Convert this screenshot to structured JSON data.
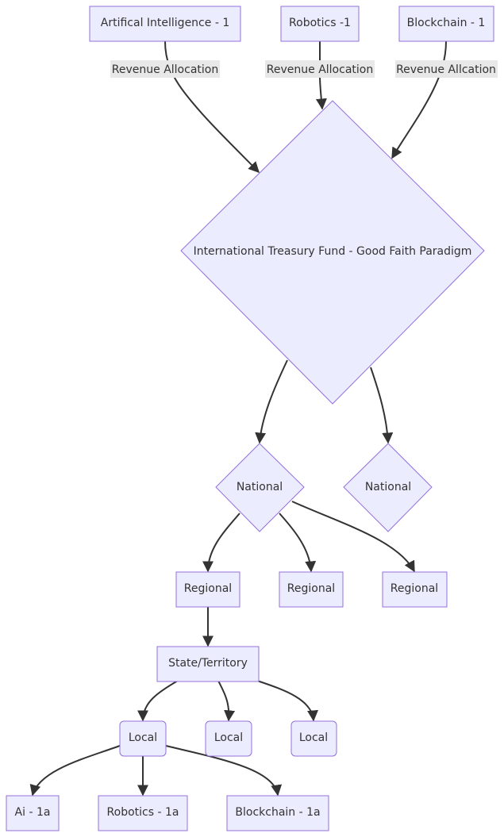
{
  "sources": {
    "ai": "Artifical Intelligence - 1",
    "robotics": "Robotics -1",
    "blockchain": "Blockchain - 1"
  },
  "edge_labels": {
    "ai": "Revenue Allocation",
    "robotics": "Revenue Allocation",
    "blockchain": "Revenue Allcation"
  },
  "fund": "International Treasury Fund - Good Faith Paradigm",
  "national": [
    "National",
    "National"
  ],
  "regional": [
    "Regional",
    "Regional",
    "Regional"
  ],
  "state": "State/Territory",
  "local": [
    "Local",
    "Local",
    "Local"
  ],
  "leaves": [
    "Ai - 1a",
    "Robotics - 1a",
    "Blockchain - 1a"
  ],
  "colors": {
    "node_fill": "#ececff",
    "node_stroke": "#9370db",
    "edge": "#333333",
    "label_bg": "#e8e8e8"
  }
}
